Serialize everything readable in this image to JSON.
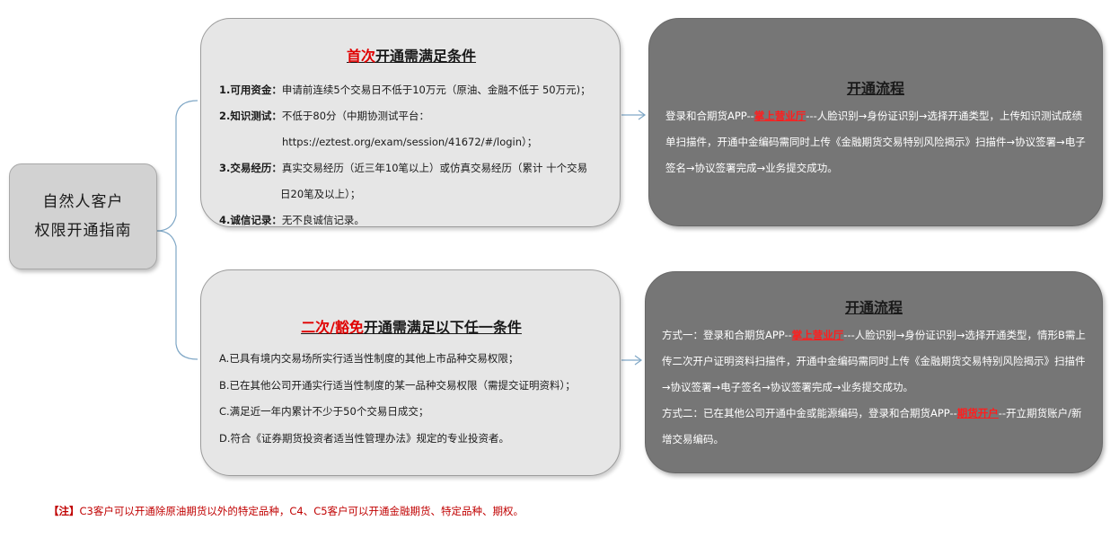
{
  "root": {
    "line1": "自然人客户",
    "line2": "权限开通指南"
  },
  "first": {
    "title_red": "首次",
    "title_rest": "开通需满足条件",
    "items": [
      {
        "label": "1.可用资金：",
        "text": "申请前连续5个交易日不低于10万元（原油、金融不低于   50万元)；"
      },
      {
        "label": "2.知识测试：",
        "text": "不低于80分（中期协测试平台：",
        "cont": "https://eztest.org/exam/session/41672/#/login）；"
      },
      {
        "label": "3.交易经历：",
        "text": "真实交易经历（近三年10笔以上）或仿真交易经历（累计 十个交易",
        "cont": "日20笔及以上）；"
      },
      {
        "label": "4.诚信记录：",
        "text": "无不良诚信记录。"
      }
    ]
  },
  "second": {
    "title_red": "二次/豁免",
    "title_rest": "开通需满足以下任一条件",
    "items": [
      "A.已具有境内交易场所实行适当性制度的其他上市品种交易权限；",
      "B.已在其他公司开通实行适当性制度的某一品种交易权限（需提交证明资料）；",
      "C.满足近一年内累计不少于50个交易日成交；",
      "D.符合《证券期货投资者适当性管理办法》规定的专业投资者。"
    ]
  },
  "process1": {
    "title": "开通流程",
    "text_pre": "登录和合期货APP--",
    "highlight": "掌上营业厅",
    "text_post": "---人脸识别→身份证识别→选择开通类型，上传知识测试成绩单扫描件，开通中金编码需同时上传《金融期货交易特别风险揭示》扫描件→协议签署→电子签名→协议签署完成→业务提交成功。"
  },
  "process2": {
    "title": "开通流程",
    "way1_pre": "方式一：登录和合期货APP--",
    "way1_highlight": "掌上营业厅",
    "way1_post": "---人脸识别→身份证识别→选择开通类型，情形B需上传二次开户证明资料扫描件，开通中金编码需同时上传《金融期货交易特别风险揭示》扫描件→协议签署→电子签名→协议签署完成→业务提交成功。",
    "way2_pre": "方式二：已在其他公司开通中金或能源编码，登录和合期货APP--",
    "way2_highlight": "期货开户",
    "way2_post": "--开立期货账户/新增交易编码。"
  },
  "note": {
    "tag": "【注】",
    "text": "C3客户可以开通除原油期货以外的特定品种，C4、C5客户可以开通金融期货、特定品种、期权。"
  },
  "colors": {
    "connector": "#7fa7c6",
    "highlight_red": "#e00000",
    "process_bg": "#767676",
    "condition_bg": "#e6e6e6",
    "root_bg": "#d2d2d2"
  }
}
